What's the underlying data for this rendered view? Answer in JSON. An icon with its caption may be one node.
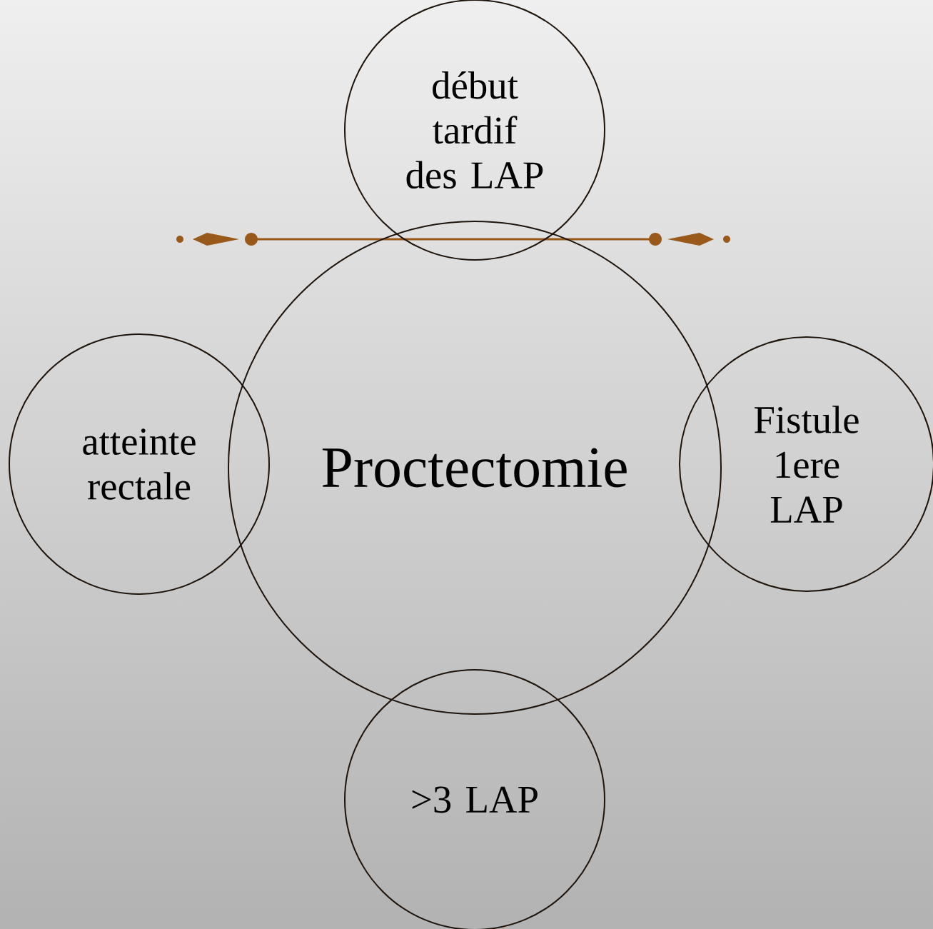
{
  "diagram": {
    "nodes": [
      {
        "text": [
          "Proctectomie"
        ]
      },
      {
        "text": [
          "début tardif des LAP"
        ]
      },
      {
        "text": [
          "atteinte rectale"
        ]
      },
      {
        "text": [
          "Fistule 1ere LAP"
        ]
      },
      {
        "text": [
          ">3 LAP"
        ]
      }
    ]
  }
}
